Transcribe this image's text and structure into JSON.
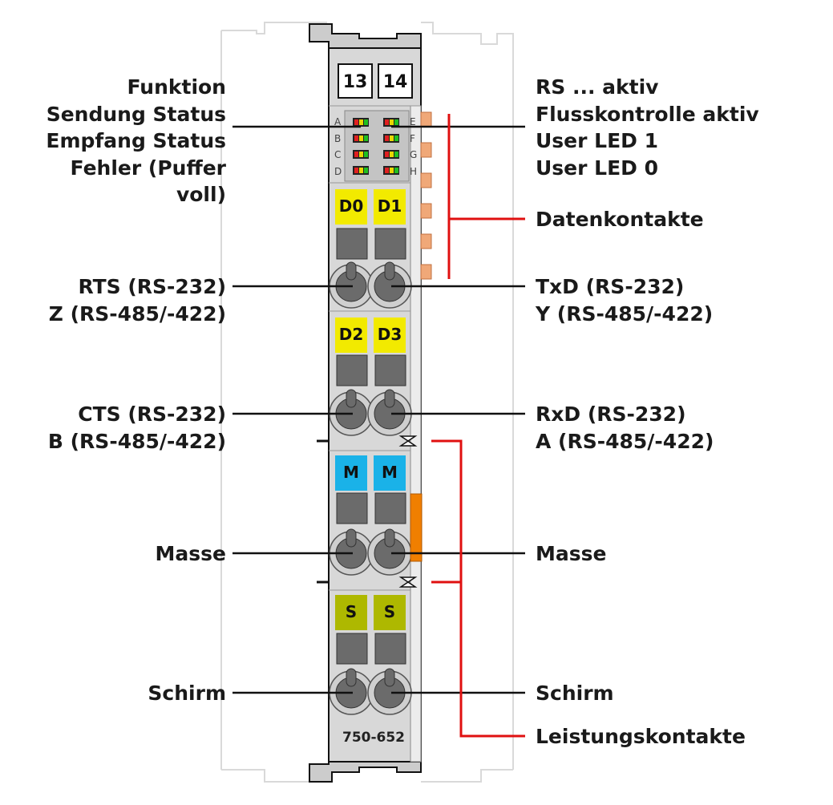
{
  "module": {
    "model": "750-652",
    "terminal_numbers": [
      "13",
      "14"
    ],
    "led_letters_left": [
      "A",
      "B",
      "C",
      "D"
    ],
    "led_letters_right": [
      "E",
      "F",
      "G",
      "H"
    ],
    "contacts": [
      {
        "left": "D0",
        "right": "D1",
        "color": "#f2ea00"
      },
      {
        "left": "D2",
        "right": "D3",
        "color": "#f2ea00"
      },
      {
        "left": "M",
        "right": "M",
        "color": "#1ab2e8"
      },
      {
        "left": "S",
        "right": "S",
        "color": "#aeb800"
      }
    ]
  },
  "labels": {
    "left": {
      "led_functions": [
        "Funktion",
        "Sendung Status",
        "Empfang Status",
        "Fehler (Puffer",
        "voll)"
      ],
      "row1": [
        "RTS (RS-232)",
        "Z (RS-485/-422)"
      ],
      "row2": [
        "CTS (RS-232)",
        "B (RS-485/-422)"
      ],
      "masse": "Masse",
      "schirm": "Schirm"
    },
    "right": {
      "led_functions": [
        "RS ... aktiv",
        "Flusskontrolle aktiv",
        "User LED 1",
        "User LED 0"
      ],
      "datenkontakte": "Datenkontakte",
      "row1": [
        "TxD (RS-232)",
        "Y (RS-485/-422)"
      ],
      "row2": [
        "RxD (RS-232)",
        "A (RS-485/-422)"
      ],
      "masse": "Masse",
      "schirm": "Schirm",
      "leistungskontakte": "Leistungskontakte"
    }
  },
  "colors": {
    "housing": "#d8d8d8",
    "terminal_gray": "#6b6b6b",
    "bracket_red": "#e01010",
    "data_contact": "#f0a878",
    "power_contact": "#f07f00"
  }
}
